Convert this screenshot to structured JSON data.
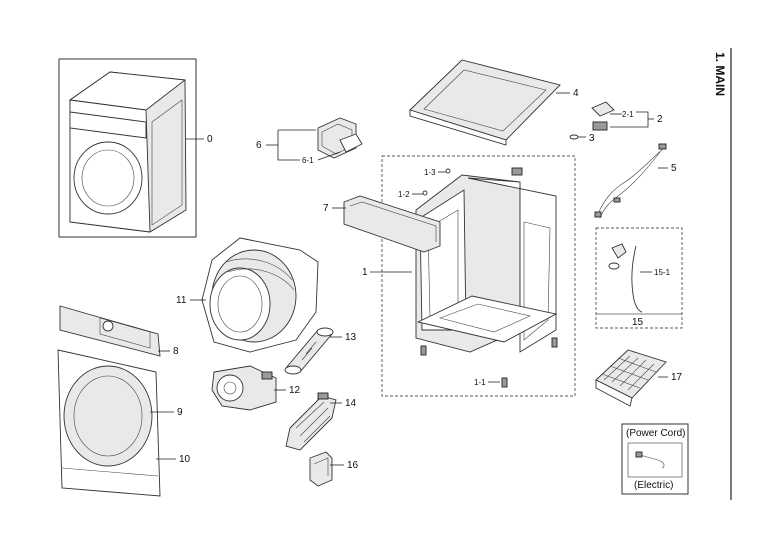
{
  "section_title": "1. MAIN",
  "callouts": {
    "c0": "0",
    "c1": "1",
    "c1_1": "1-1",
    "c1_2": "1-2",
    "c1_3": "1-3",
    "c2": "2",
    "c2_1": "2-1",
    "c3": "3",
    "c4": "4",
    "c5": "5",
    "c6": "6",
    "c6_1": "6-1",
    "c7": "7",
    "c8": "8",
    "c9": "9",
    "c10": "10",
    "c11": "11",
    "c12": "12",
    "c13": "13",
    "c14": "14",
    "c15": "15",
    "c15_1": "15-1",
    "c16": "16",
    "c17": "17"
  },
  "legend": {
    "top": "(Power Cord)",
    "bottom": "(Electric)"
  },
  "colors": {
    "line": "#333333",
    "part_fill": "#e9e9e9",
    "background": "#ffffff"
  }
}
